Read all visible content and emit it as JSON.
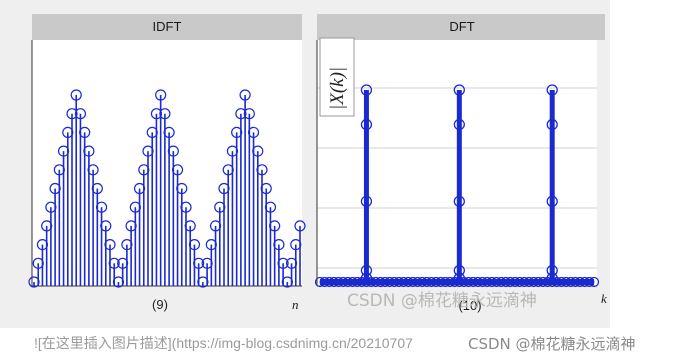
{
  "chart_data": [
    {
      "type": "stem",
      "title": "IDFT",
      "caption": "(9)",
      "xlabel": "n",
      "ylabel": "",
      "description_shape": "triangular wave, three periods",
      "x_start": 0,
      "period": 20,
      "peak_offset": 10,
      "num_points": 64,
      "ylim": [
        0,
        1
      ],
      "color": "#1a2ad0",
      "marker": "circle"
    },
    {
      "type": "stem",
      "title": "DFT",
      "caption": "(10)",
      "xlabel": "k",
      "ylabel": "|X(k)|",
      "num_points": 60,
      "spikes": [
        {
          "k": 10,
          "value": 1.0
        },
        {
          "k": 30,
          "value": 1.0
        },
        {
          "k": 50,
          "value": 1.0
        }
      ],
      "spike_side_values": [
        0.82,
        0.42,
        0.06,
        0.02
      ],
      "ylim": [
        0,
        1.1
      ],
      "color": "#1a2ad0",
      "marker": "circle"
    }
  ],
  "watermark": {
    "main": "CSDN @棉花糖永远滴神",
    "footer_link": "![在这里插入图片描述](https://img-blog.csdnimg.cn/20210707",
    "footer_mark": "CSDN @棉花糖永远滴神"
  }
}
